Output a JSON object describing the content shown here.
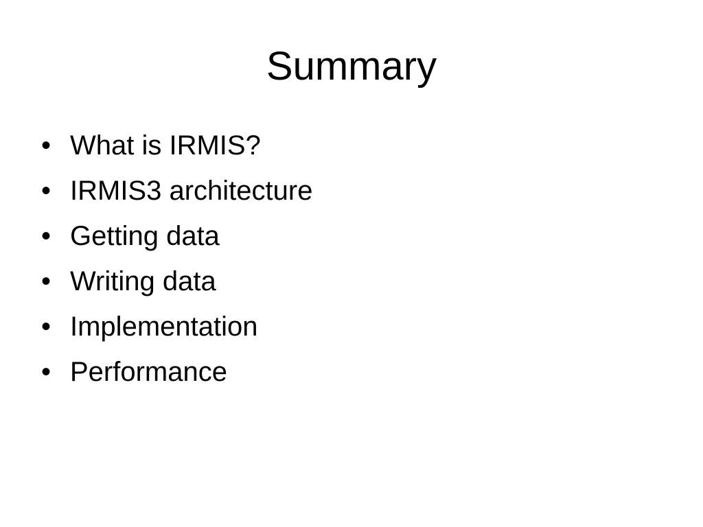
{
  "slide": {
    "title": "Summary",
    "bullet_glyph": "•",
    "bullets": [
      "What is IRMIS?",
      "IRMIS3 architecture",
      "Getting data",
      "Writing data",
      "Implementation",
      "Performance"
    ]
  }
}
